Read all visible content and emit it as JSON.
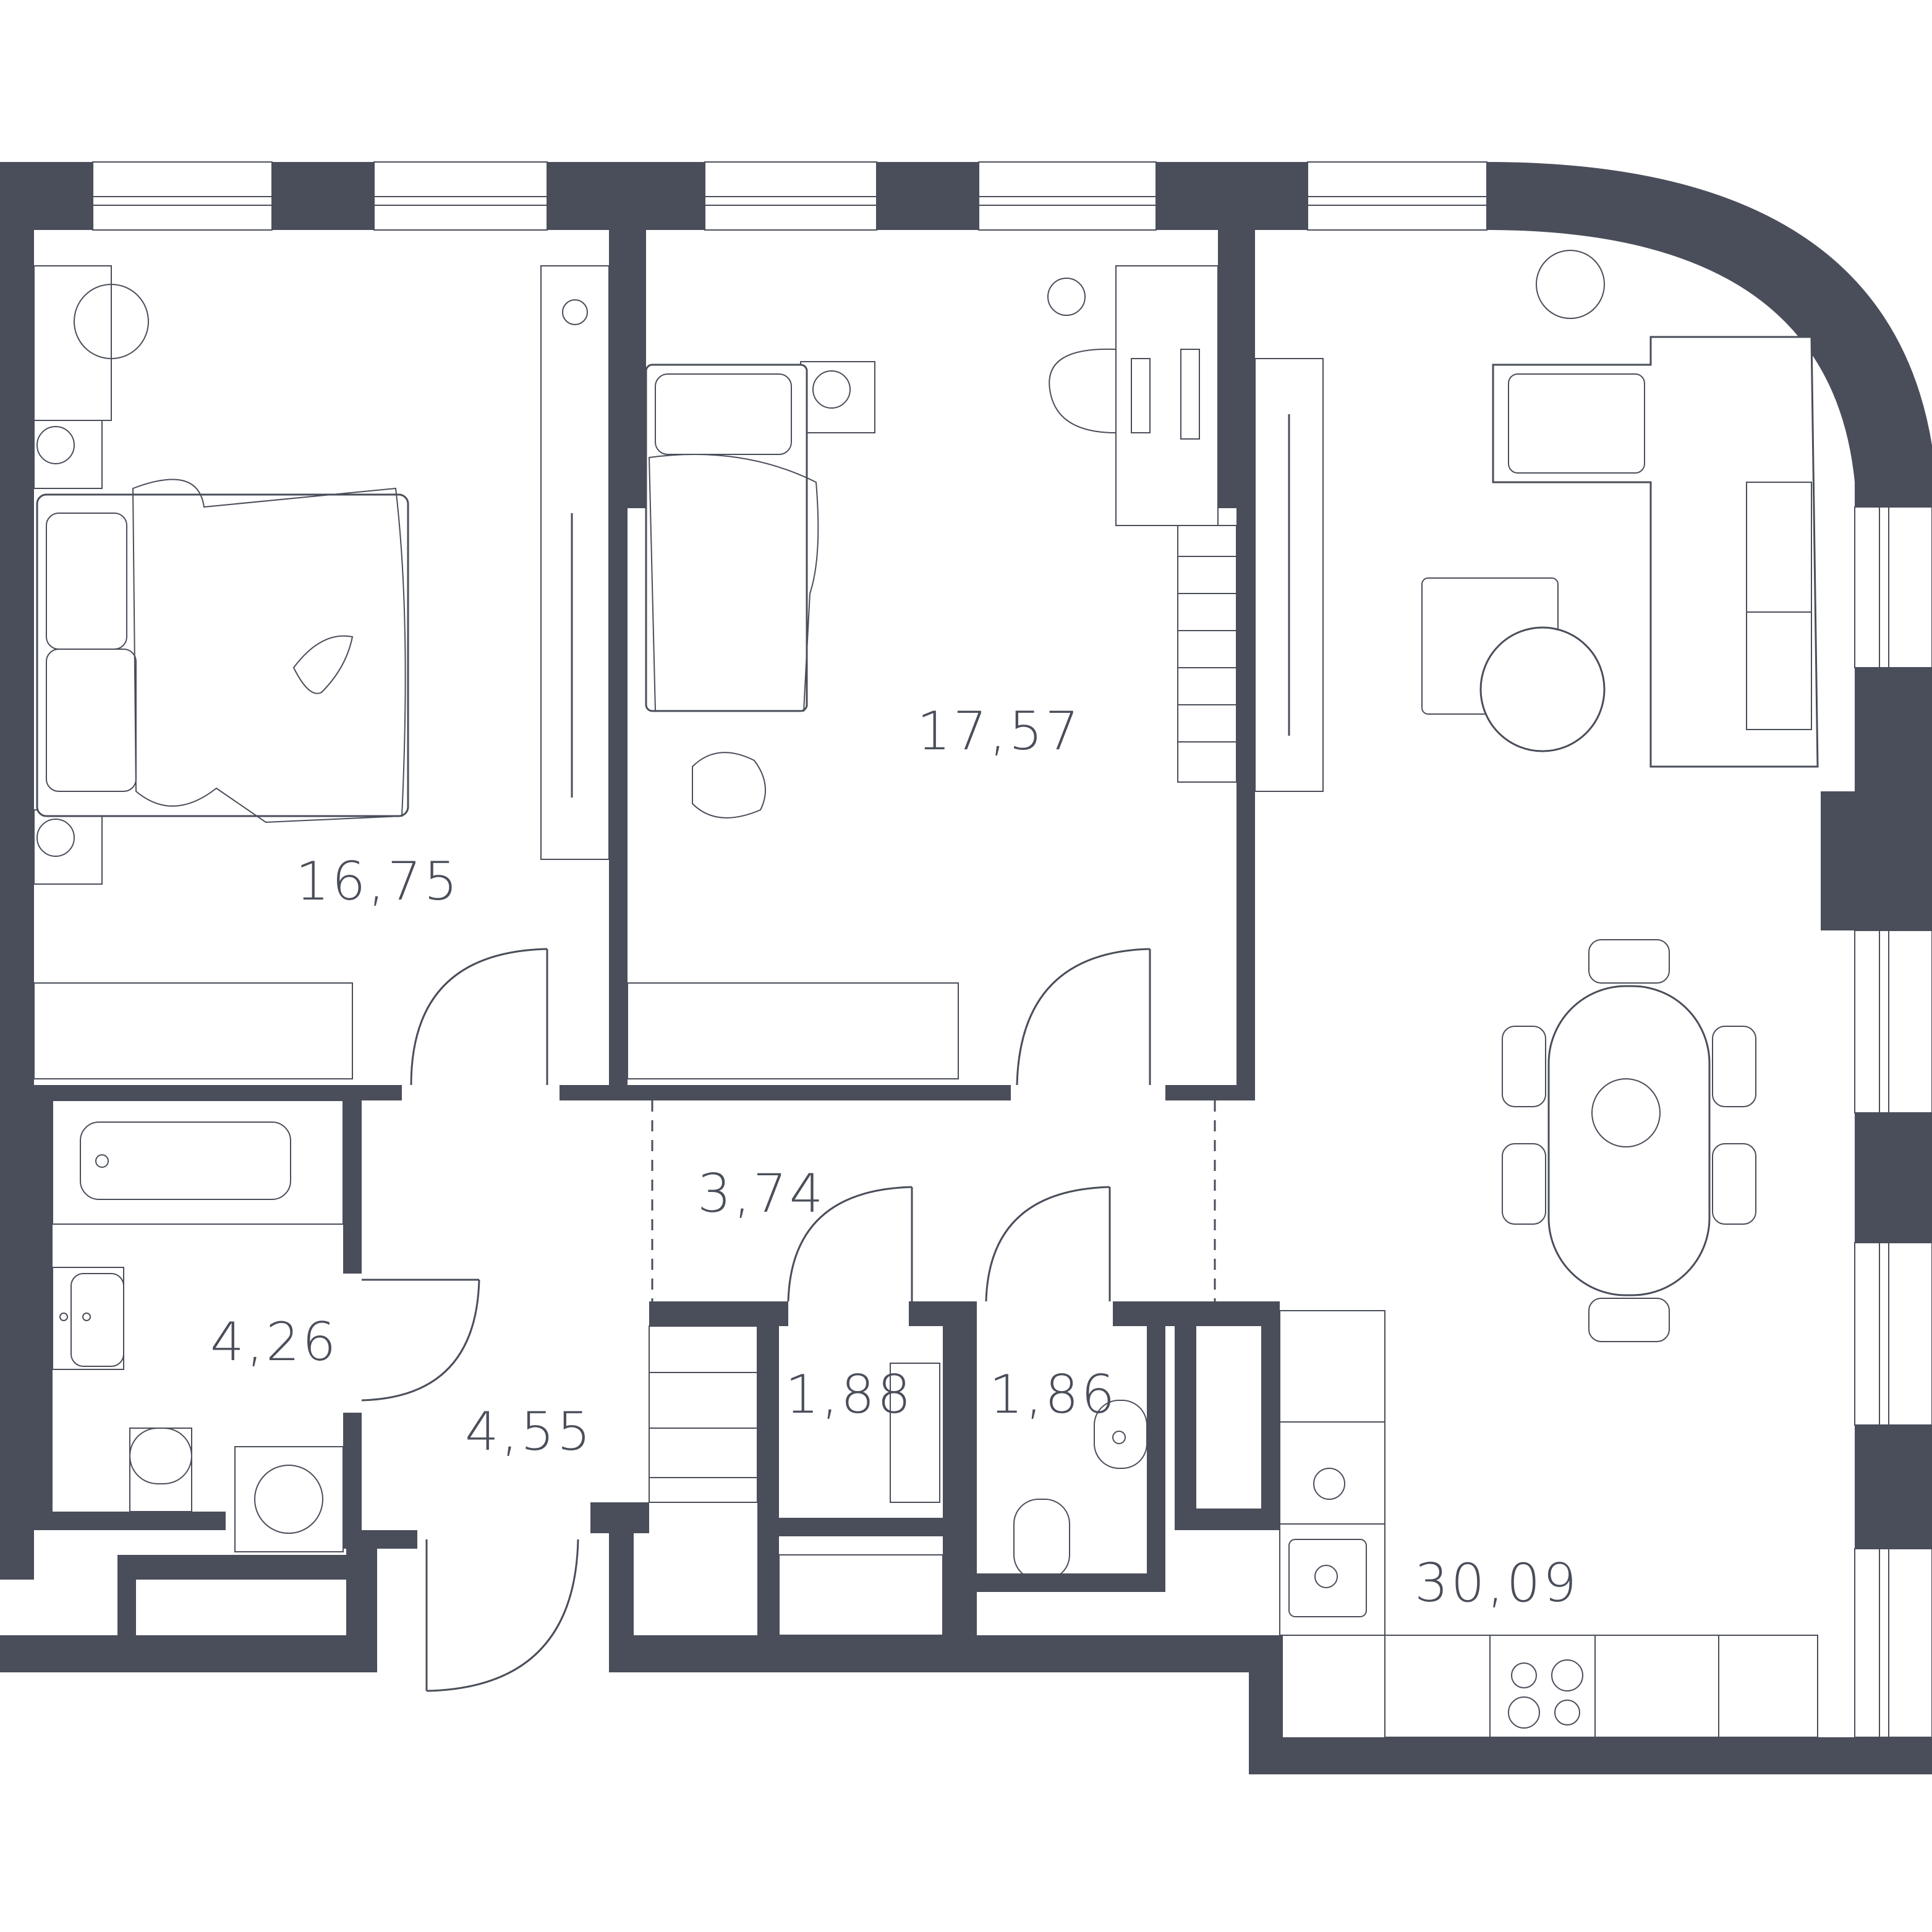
{
  "colors": {
    "wall": "#4a4e5a",
    "background": "#ffffff"
  },
  "rooms": [
    {
      "id": "bedroom-1",
      "area": "16,75"
    },
    {
      "id": "bedroom-2",
      "area": "17,57"
    },
    {
      "id": "living-kitchen",
      "area": "30,09"
    },
    {
      "id": "corridor",
      "area": "3,74"
    },
    {
      "id": "bathroom",
      "area": "4,26"
    },
    {
      "id": "hallway",
      "area": "4,55"
    },
    {
      "id": "storage",
      "area": "1,88"
    },
    {
      "id": "wc",
      "area": "1,86"
    }
  ]
}
